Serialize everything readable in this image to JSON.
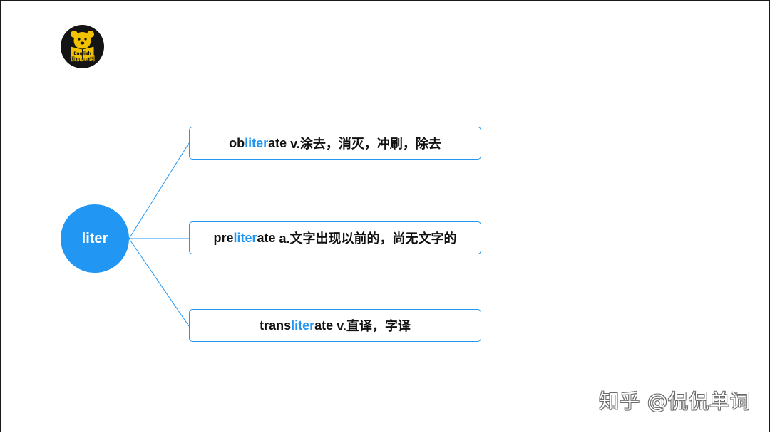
{
  "logo": {
    "text": "侃侃单词",
    "badge_text": "English",
    "icon": "bear-reading-book-icon"
  },
  "diagram": {
    "root": {
      "label": "liter"
    },
    "branches": [
      {
        "prefix": "ob",
        "root": "liter",
        "suffix": "ate",
        "definition": " v.涂去，消灭，冲刷，除去"
      },
      {
        "prefix": "pre",
        "root": "liter",
        "suffix": "ate",
        "definition": " a.文字出现以前的，尚无文字的"
      },
      {
        "prefix": "trans",
        "root": "liter",
        "suffix": "ate",
        "definition": " v.直译，字译"
      }
    ]
  },
  "watermark": {
    "text": "知乎 @侃侃单词"
  },
  "colors": {
    "accent": "#2196f3",
    "text": "#111111",
    "logo_bg": "#141414",
    "logo_gold": "#f2c200"
  }
}
